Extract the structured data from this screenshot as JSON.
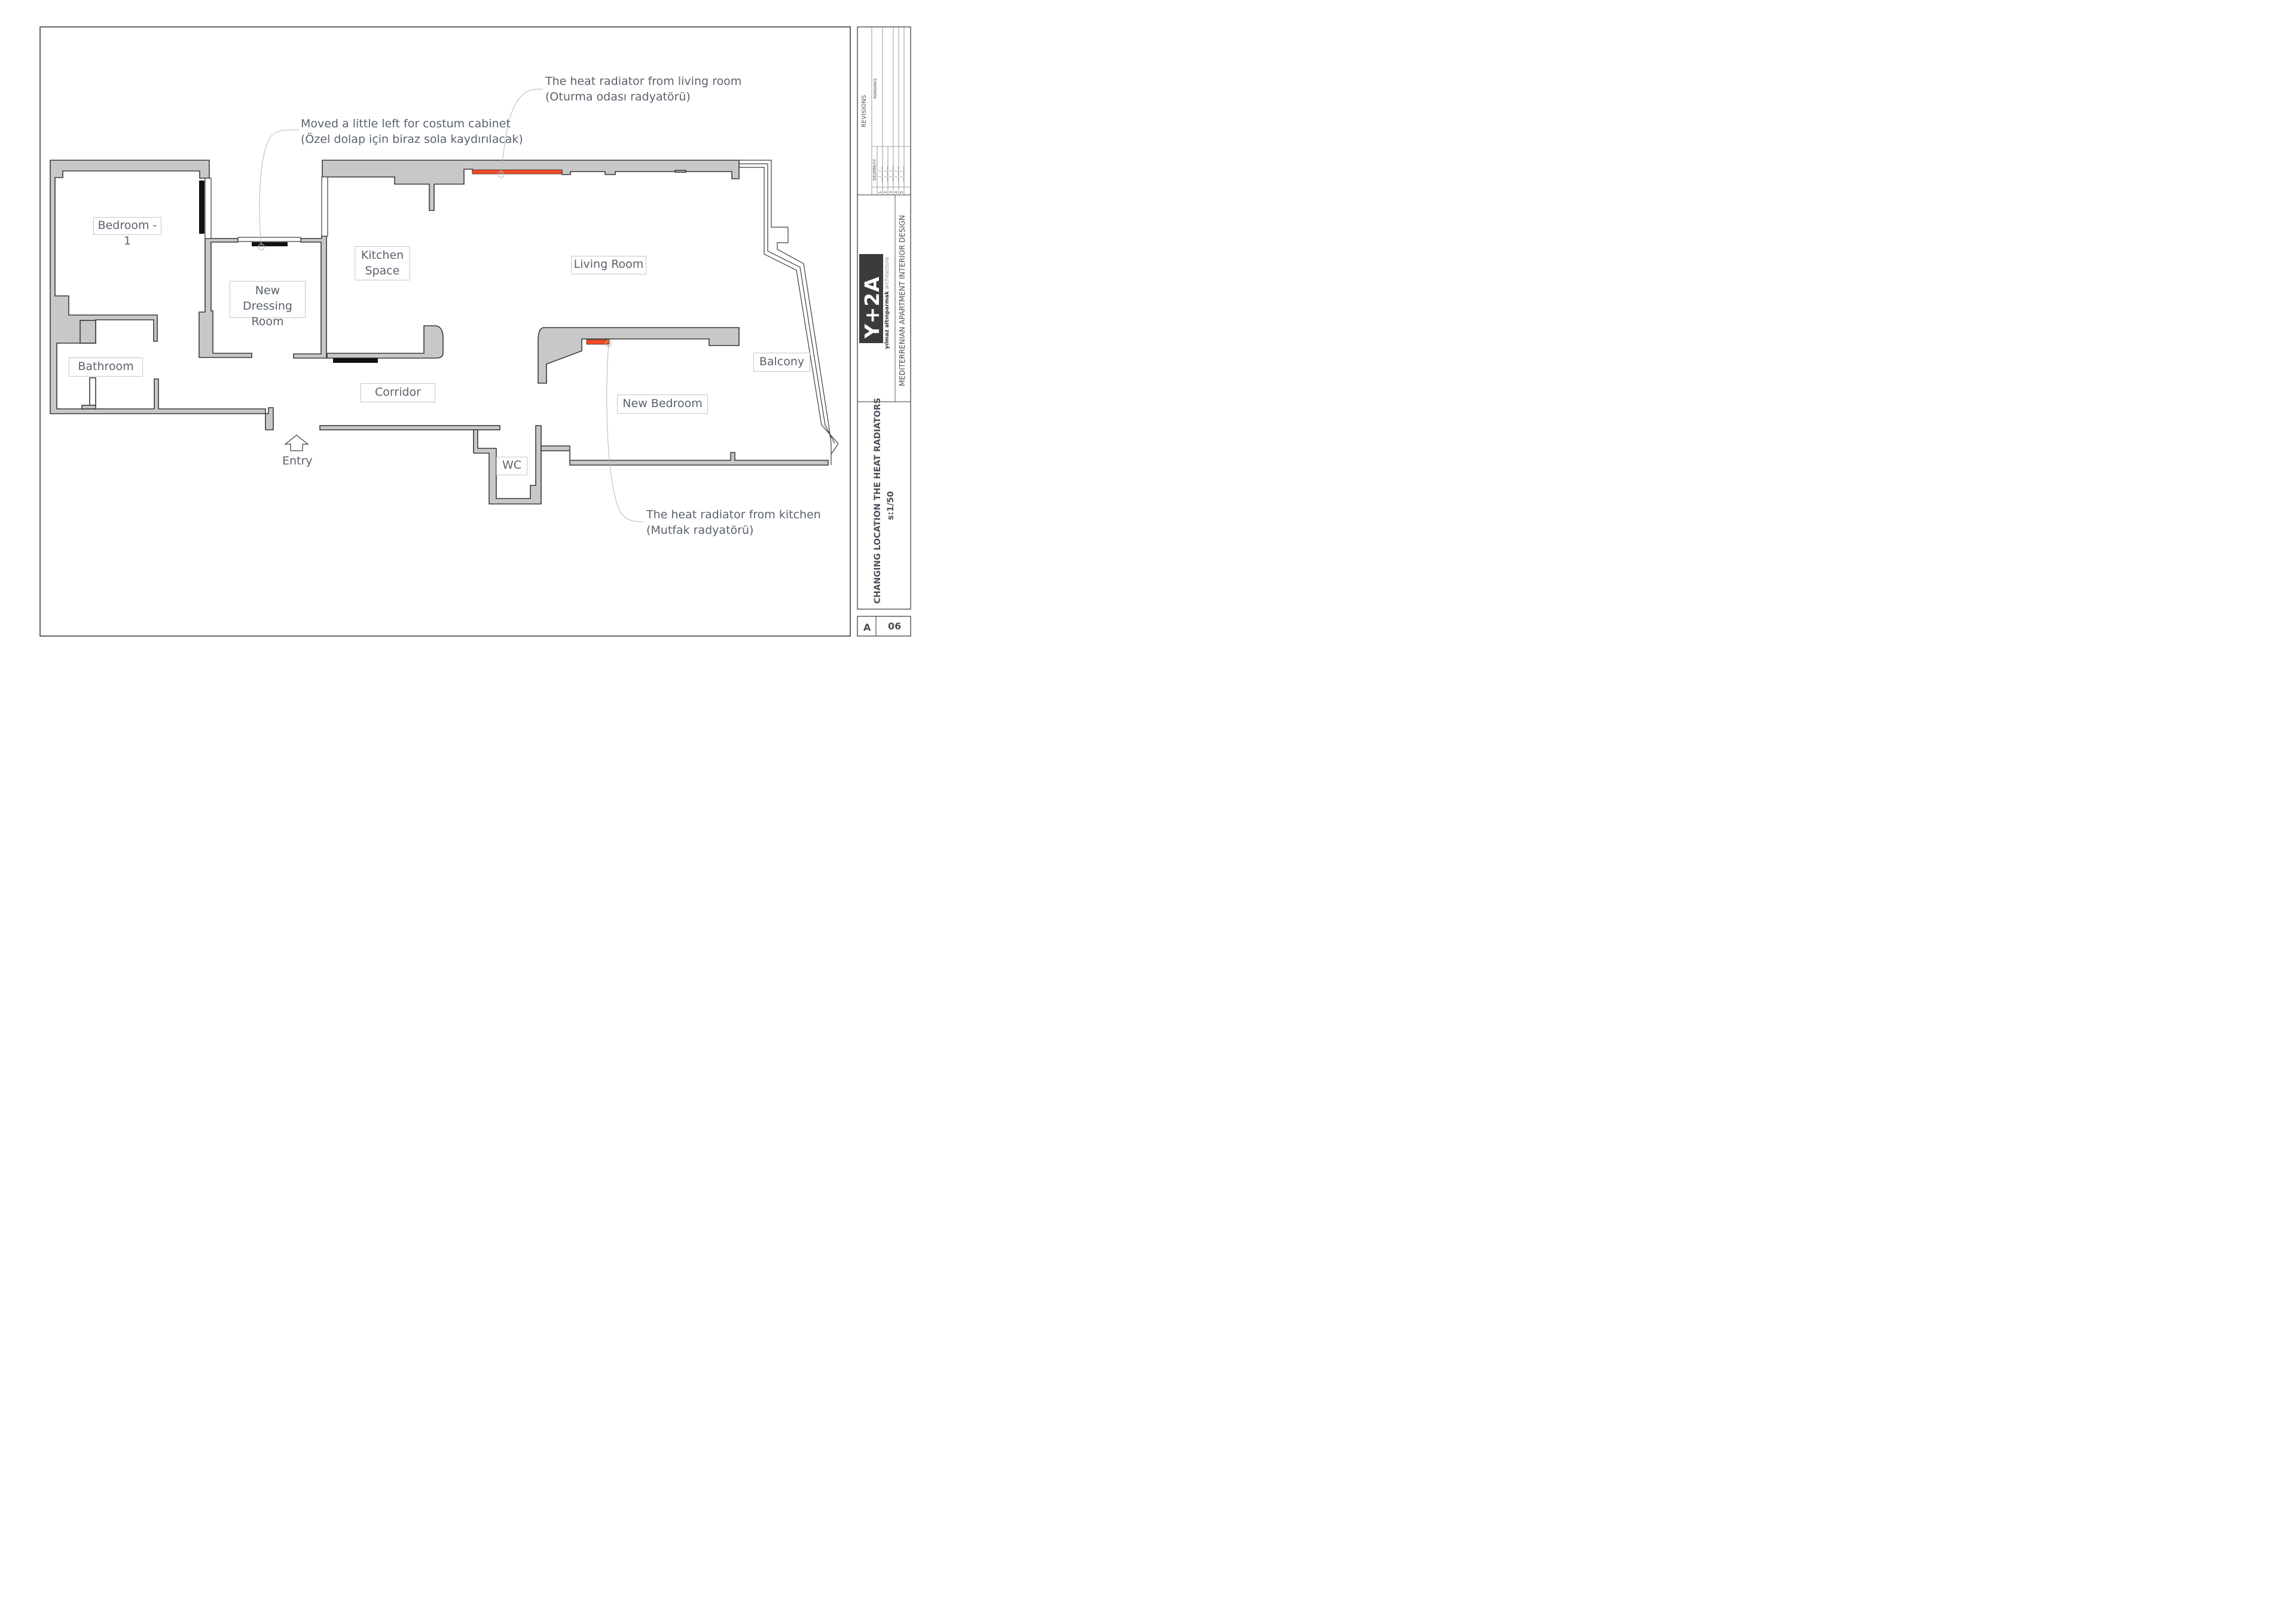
{
  "rooms": {
    "bedroom1": "Bedroom - 1",
    "bathroom": "Bathroom",
    "dressing_room": "New Dressing Room",
    "kitchen": "Kitchen Space",
    "living_room": "Living Room",
    "corridor": "Corridor",
    "new_bedroom": "New Bedroom",
    "balcony": "Balcony",
    "wc": "WC",
    "entry": "Entry"
  },
  "notes": {
    "moved_left_en": "Moved a little left for costum cabinet",
    "moved_left_tr": "(Özel dolap için biraz sola kaydırılacak)",
    "living_radiator_en": "The heat radiator from living room",
    "living_radiator_tr": "(Oturma odası radyatörü)",
    "kitchen_radiator_en": "The heat radiator from kitchen",
    "kitchen_radiator_tr": "(Mutfak radyatörü)"
  },
  "title_block": {
    "revisions": "REVISIONS",
    "remarks": "REMARKS",
    "date_format": "DD/MM/YY",
    "revision_numbers": [
      "1",
      "2",
      "3",
      "4",
      "5"
    ],
    "revision_dates": [
      "__/__/__",
      "__/__/__",
      "__/__/__",
      "__/__/__",
      "__/__/__"
    ],
    "project": "MEDITERRENIAN APARTMENT INTERIOR DESIGN",
    "logo_text": "Y+2A",
    "firm_name": "yılmaz altınparmak",
    "firm_type": "architecture",
    "sheet_title": "CHANGING LOCATION THE HEAT RADIATORS",
    "scale": "s:1/50",
    "sheet_series": "A",
    "sheet_number": "06"
  },
  "colors": {
    "wall_fill": "#c8c8c8",
    "wall_stroke": "#3a3a3a",
    "radiator": "#f04a23",
    "text": "#5a616c",
    "logo_bg": "#3b3b3b",
    "logo_accent": "#8cc63f"
  }
}
